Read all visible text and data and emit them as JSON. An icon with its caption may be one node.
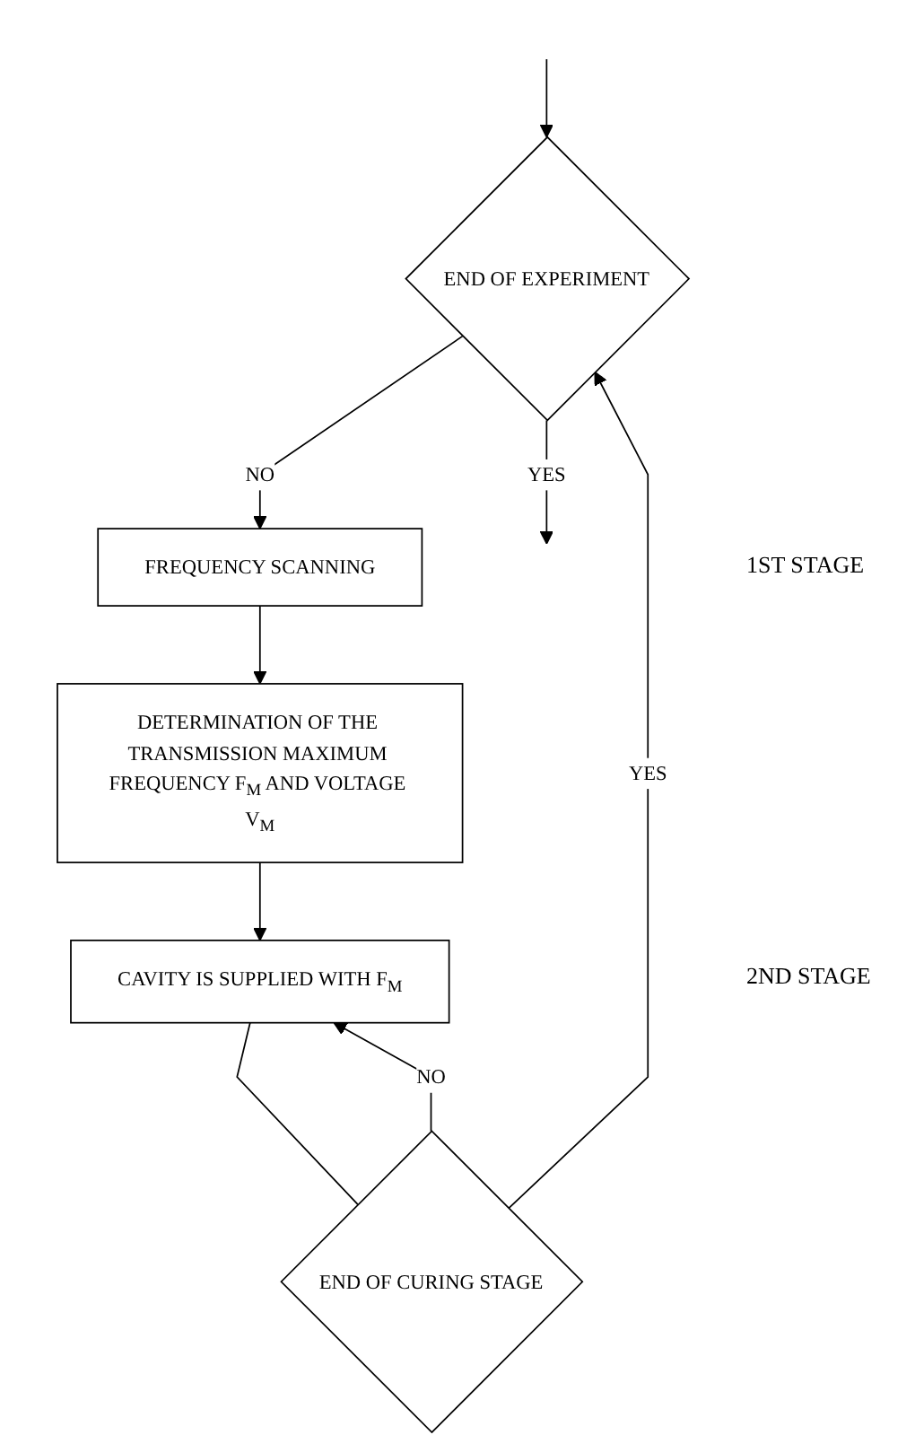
{
  "diagram": {
    "nodes": [
      {
        "text": [
          "END OF EXPERIMENT"
        ]
      },
      {
        "text": [
          "FREQUENCY SCANNING"
        ]
      },
      {
        "text": [
          "DETERMINATION OF THE TRANSMISSION MAXIMUM FREQUENCY F$_{M}$ AND VOLTAGE V$_{M}$"
        ]
      },
      {
        "text": [
          "CAVITY IS SUPPLIED WITH F$_{M}$"
        ]
      },
      {
        "text": [
          "END OF CURING STAGE"
        ]
      }
    ],
    "edges": [
      {
        "from": null,
        "to": 0,
        "arrow": "to"
      },
      {
        "from": 0,
        "to": null,
        "label": "YES",
        "arrow": "to"
      },
      {
        "from": 0,
        "to": 1,
        "label": "NO",
        "arrow": "to"
      },
      {
        "from": 1,
        "to": 2,
        "arrow": "to"
      },
      {
        "from": 2,
        "to": 3,
        "arrow": "to"
      },
      {
        "from": 3,
        "to": 4,
        "arrow": "none"
      },
      {
        "from": 4,
        "to": 3,
        "label": "NO",
        "arrow": "to"
      },
      {
        "from": 4,
        "to": 0,
        "label": "YES",
        "arrow": "to"
      }
    ],
    "labels": [
      "1ST STAGE",
      "2ND STAGE"
    ]
  }
}
